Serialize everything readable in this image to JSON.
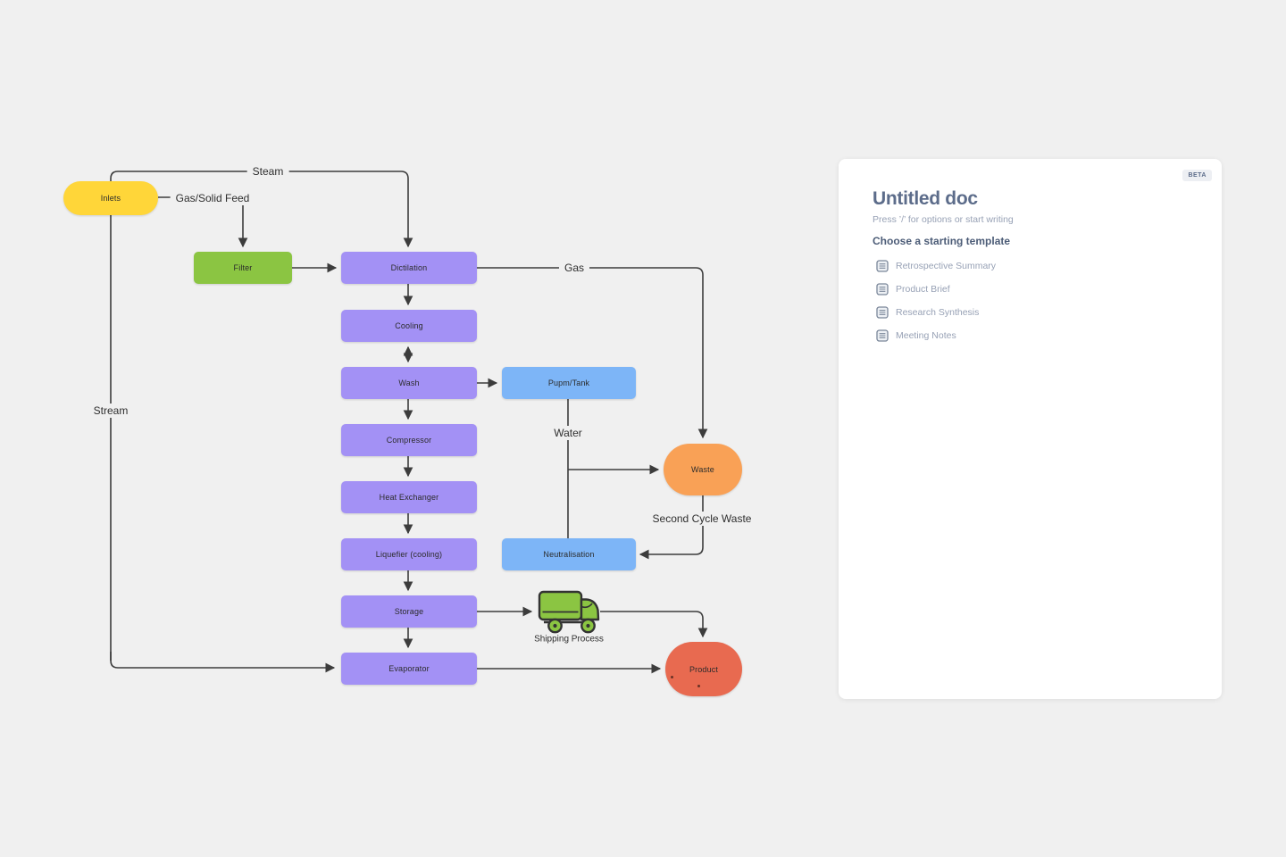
{
  "colors": {
    "canvas_bg": "#F0F0F0",
    "connector": "#3C3C3C",
    "node_text": "#2B2B2B",
    "label_text": "#2E2E2E",
    "node_yellow": "#FFD639",
    "node_green": "#8BC542",
    "node_purple": "#A391F5",
    "node_blue": "#7DB5F7",
    "node_orange": "#F9A156",
    "node_red": "#E86A50",
    "panel_bg": "#FFFFFF",
    "panel_title": "#5C6C8A",
    "panel_heading": "#4C5C77",
    "panel_muted": "#97A1B5",
    "badge_bg": "#EDEFF3"
  },
  "diagram": {
    "nodes": {
      "inlets": {
        "label": "Inlets"
      },
      "filter": {
        "label": "Filter"
      },
      "dictilation": {
        "label": "Dictilation"
      },
      "cooling": {
        "label": "Cooling"
      },
      "wash": {
        "label": "Wash"
      },
      "pump_tank": {
        "label": "Pupm/Tank"
      },
      "compressor": {
        "label": "Compressor"
      },
      "heat_exchanger": {
        "label": "Heat Exchanger"
      },
      "liquefier": {
        "label": "Liquefier (cooling)"
      },
      "neutralisation": {
        "label": "Neutralisation"
      },
      "storage": {
        "label": "Storage"
      },
      "evaporator": {
        "label": "Evaporator"
      },
      "waste": {
        "label": "Waste"
      },
      "product": {
        "label": "Product"
      }
    },
    "edge_labels": {
      "steam": "Steam",
      "gas_solid_feed": "Gas/Solid Feed",
      "gas": "Gas",
      "water": "Water",
      "second_cycle_waste": "Second Cycle Waste",
      "stream": "Stream"
    },
    "truck_caption": "Shipping Process"
  },
  "doc_panel": {
    "beta_badge": "BETA",
    "title": "Untitled doc",
    "subtitle": "Press ’/’ for options or start writing",
    "templates_heading": "Choose a starting template",
    "templates": [
      {
        "label": "Retrospective Summary"
      },
      {
        "label": "Product Brief"
      },
      {
        "label": "Research Synthesis"
      },
      {
        "label": "Meeting Notes"
      }
    ]
  }
}
